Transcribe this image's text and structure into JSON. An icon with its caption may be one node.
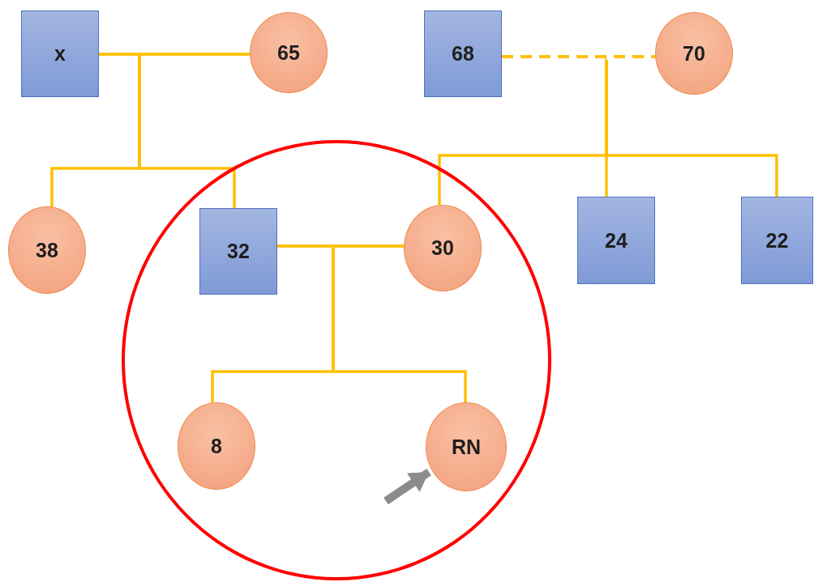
{
  "diagram": {
    "nodes": [
      {
        "text": [
          "x"
        ]
      },
      {
        "text": [
          "65"
        ]
      },
      {
        "text": [
          "68"
        ]
      },
      {
        "text": [
          "70"
        ]
      },
      {
        "text": [
          "38"
        ]
      },
      {
        "text": [],
        "shape": "circle"
      },
      {
        "text": [
          "32"
        ],
        "in": 5
      },
      {
        "text": [
          "30"
        ],
        "in": 5
      },
      {
        "text": [
          "24"
        ]
      },
      {
        "text": [
          "22"
        ]
      },
      {
        "text": [
          "8"
        ],
        "in": 5
      },
      {
        "text": [
          "RN"
        ],
        "in": 5
      }
    ],
    "edges": [
      {
        "from": 0,
        "to": 1,
        "arrow": "none"
      },
      {
        "from": 0,
        "to": 4,
        "arrow": "none"
      },
      {
        "from": 1,
        "to": 4,
        "arrow": "none"
      },
      {
        "from": 0,
        "to": 6,
        "arrow": "none"
      },
      {
        "from": 1,
        "to": 6,
        "arrow": "none"
      },
      {
        "from": 2,
        "to": 3,
        "arrow": "none",
        "style": "dashed"
      },
      {
        "from": 2,
        "to": 7,
        "arrow": "none"
      },
      {
        "from": 3,
        "to": 7,
        "arrow": "none"
      },
      {
        "from": 2,
        "to": 8,
        "arrow": "none"
      },
      {
        "from": 3,
        "to": 8,
        "arrow": "none"
      },
      {
        "from": 2,
        "to": 9,
        "arrow": "none"
      },
      {
        "from": 3,
        "to": 9,
        "arrow": "none"
      },
      {
        "from": 6,
        "to": 7,
        "arrow": "none"
      },
      {
        "from": 6,
        "to": 10,
        "arrow": "none"
      },
      {
        "from": 7,
        "to": 10,
        "arrow": "none"
      },
      {
        "from": 6,
        "to": 11,
        "arrow": "none"
      },
      {
        "from": 7,
        "to": 11,
        "arrow": "none"
      },
      {
        "from": null,
        "to": 11,
        "arrow": "to",
        "style": "thick",
        "color": "#8c8c8c"
      }
    ]
  }
}
